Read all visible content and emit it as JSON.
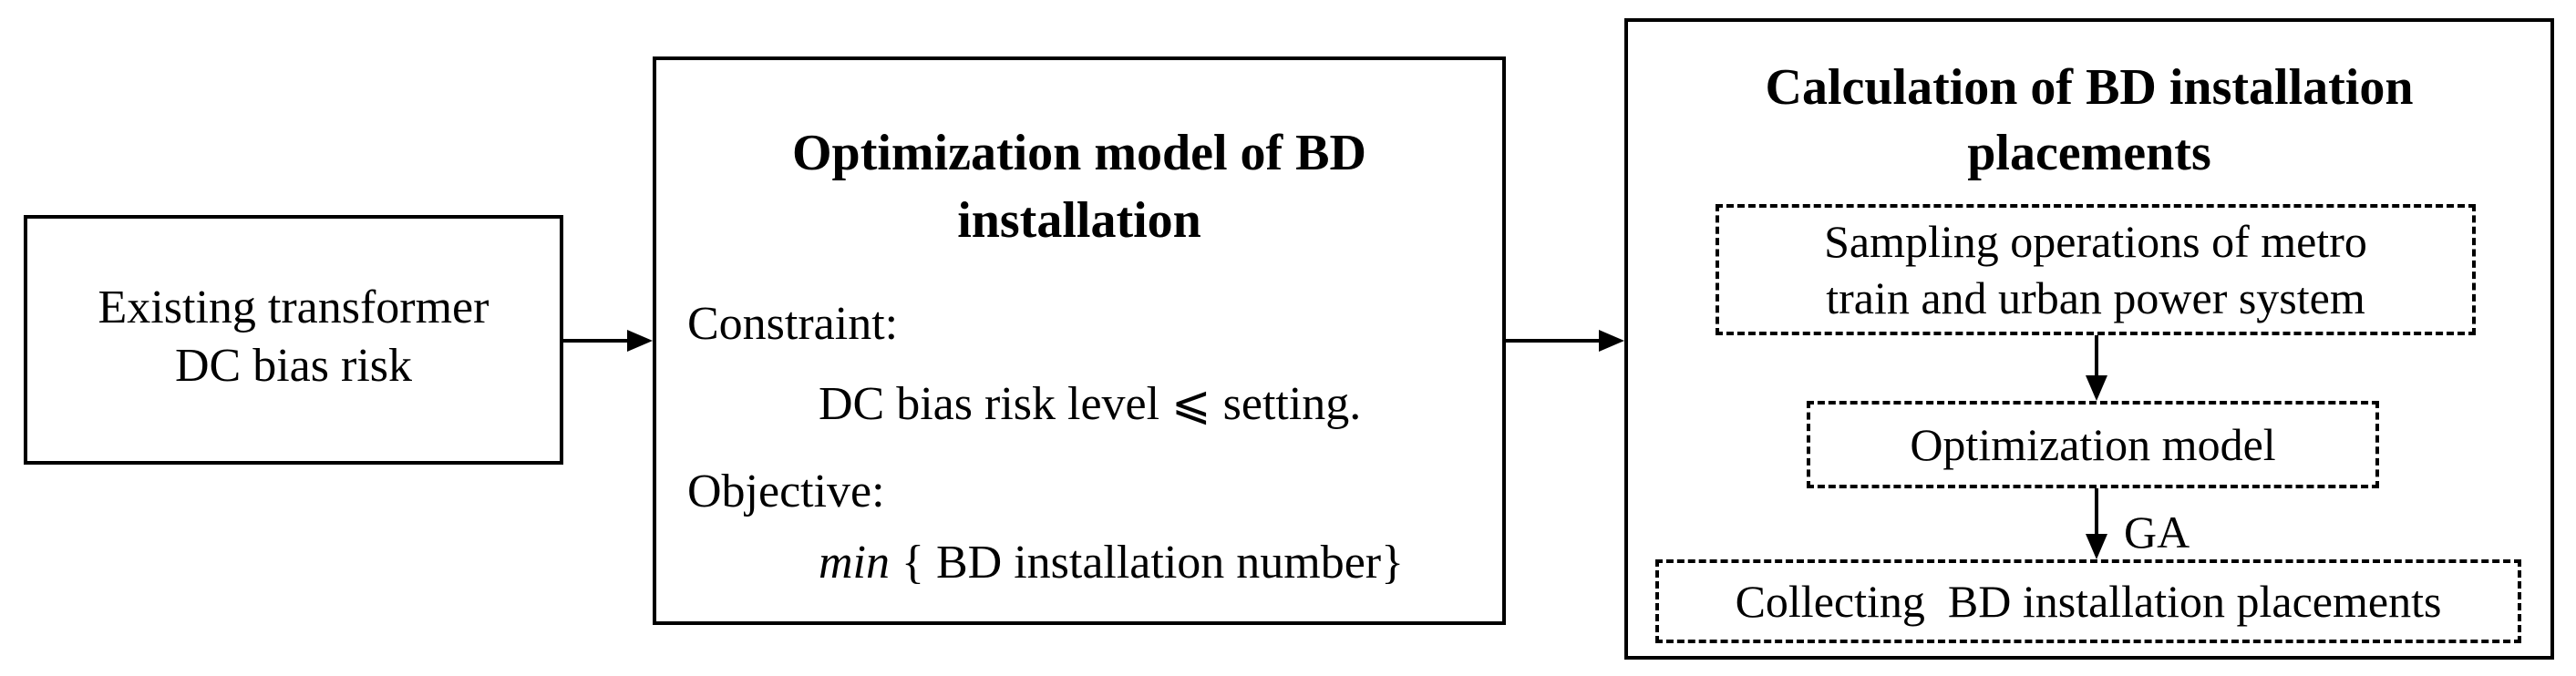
{
  "left_box": {
    "line1": "Existing transformer",
    "line2": "DC bias risk"
  },
  "middle_box": {
    "title_line1": "Optimization model of BD",
    "title_line2": "installation",
    "constraint_label": "Constraint:",
    "constraint_text": "DC bias risk level ⩽ setting.",
    "objective_label": "Objective:",
    "objective_min": "min",
    "objective_text": " { BD installation number}"
  },
  "right_box": {
    "title_line1": "Calculation of BD installation",
    "title_line2": "placements",
    "step1_line1": "Sampling operations of metro",
    "step1_line2": "train and urban power system",
    "step2": "Optimization model",
    "arrow_label": "GA",
    "step3": "Collecting  BD installation placements"
  }
}
